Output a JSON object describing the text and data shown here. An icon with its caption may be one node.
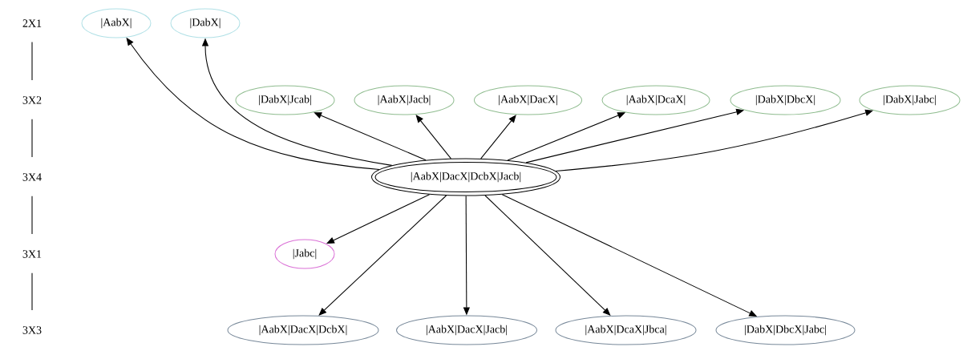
{
  "diagram": {
    "nodes": [
      {
        "text": [
          "2X1"
        ]
      },
      {
        "text": [
          "|AabX|"
        ]
      },
      {
        "text": [
          "|DabX|"
        ]
      },
      {
        "text": [
          "3X2"
        ]
      },
      {
        "text": [
          "|DabX|Jcab|"
        ]
      },
      {
        "text": [
          "|AabX|Jacb|"
        ]
      },
      {
        "text": [
          "|AabX|DacX|"
        ]
      },
      {
        "text": [
          "|AabX|DcaX|"
        ]
      },
      {
        "text": [
          "|DabX|DbcX|"
        ]
      },
      {
        "text": [
          "|DabX|Jabc|"
        ]
      },
      {
        "text": [
          "3X4"
        ]
      },
      {
        "text": [
          "|AabX|DacX|DcbX|Jacb|"
        ]
      },
      {
        "text": [
          "3X1"
        ]
      },
      {
        "text": [
          "|Jabc|"
        ]
      },
      {
        "text": [
          "3X3"
        ]
      },
      {
        "text": [
          "|AabX|DacX|DcbX|"
        ]
      },
      {
        "text": [
          "|AabX|DacX|Jacb|"
        ]
      },
      {
        "text": [
          "|AabX|DcaX|Jbca|"
        ]
      },
      {
        "text": [
          "|DabX|DbcX|Jabc|"
        ]
      }
    ],
    "edges": [
      {
        "from": 0,
        "to": 3,
        "arrow": "none"
      },
      {
        "from": 3,
        "to": 10,
        "arrow": "none"
      },
      {
        "from": 10,
        "to": 12,
        "arrow": "none"
      },
      {
        "from": 12,
        "to": 14,
        "arrow": "none"
      },
      {
        "from": 11,
        "to": 1,
        "arrow": "to"
      },
      {
        "from": 11,
        "to": 2,
        "arrow": "to"
      },
      {
        "from": 11,
        "to": 4,
        "arrow": "to"
      },
      {
        "from": 11,
        "to": 5,
        "arrow": "to"
      },
      {
        "from": 11,
        "to": 6,
        "arrow": "to"
      },
      {
        "from": 11,
        "to": 7,
        "arrow": "to"
      },
      {
        "from": 11,
        "to": 8,
        "arrow": "to"
      },
      {
        "from": 11,
        "to": 9,
        "arrow": "to"
      },
      {
        "from": 11,
        "to": 13,
        "arrow": "to"
      },
      {
        "from": 11,
        "to": 15,
        "arrow": "to"
      },
      {
        "from": 11,
        "to": 16,
        "arrow": "to"
      },
      {
        "from": 11,
        "to": 17,
        "arrow": "to"
      },
      {
        "from": 11,
        "to": 18,
        "arrow": "to"
      }
    ]
  }
}
